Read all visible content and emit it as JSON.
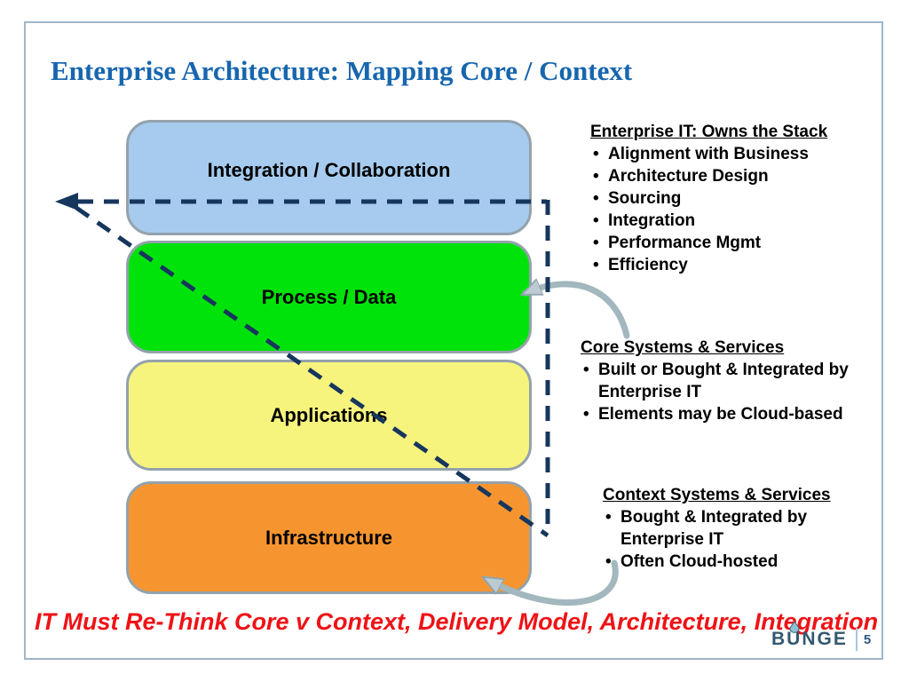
{
  "slide": {
    "title": "Enterprise Architecture: Mapping Core / Context",
    "bullet_char": "•",
    "stack": [
      {
        "label": "Integration / Collaboration",
        "color": "#A6CBEE"
      },
      {
        "label": "Process / Data",
        "color": "#00E30A"
      },
      {
        "label": "Applications",
        "color": "#F7F47E"
      },
      {
        "label": "Infrastructure",
        "color": "#F6952F"
      }
    ],
    "annotations": [
      {
        "heading": "Enterprise IT: Owns the Stack",
        "bullets": [
          "Alignment with Business",
          "Architecture Design",
          "Sourcing",
          "Integration",
          "Performance Mgmt",
          "Efficiency"
        ]
      },
      {
        "heading": "Core Systems & Services",
        "bullets": [
          "Built or Bought & Integrated by Enterprise IT",
          "Elements may be Cloud-based"
        ]
      },
      {
        "heading": "Context Systems & Services",
        "bullets": [
          "Bought & Integrated by Enterprise IT",
          "Often Cloud-hosted"
        ]
      }
    ],
    "footer": {
      "tagline": "IT Must Re-Think Core v Context, Delivery Model, Architecture, Integration",
      "brand": "BUNGE",
      "page_number": "5"
    },
    "colors": {
      "title_blue": "#1766AE",
      "dash_navy": "#17365D",
      "box_border_gray": "#94A2AC",
      "arrow_gray": "#A2B7BE",
      "tagline_red": "#EF1216",
      "brand_blue": "#33586E"
    }
  }
}
